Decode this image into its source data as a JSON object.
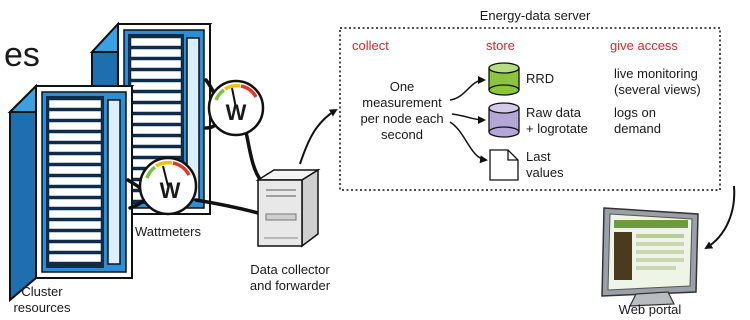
{
  "partial_title": "es",
  "server": {
    "title": "Energy-data server",
    "headers": {
      "collect": "collect",
      "store": "store",
      "access": "give access"
    },
    "collect_text": [
      "One",
      "measurement",
      "per node each",
      "second"
    ],
    "store_items": [
      {
        "lines": [
          "RRD"
        ],
        "icon": "green-cylinder-icon"
      },
      {
        "lines": [
          "Raw data",
          "+ logrotate"
        ],
        "icon": "purple-cylinder-icon"
      },
      {
        "lines": [
          "Last",
          "values"
        ],
        "icon": "document-icon"
      }
    ],
    "access_items": [
      {
        "lines": [
          "live monitoring",
          "(several views)"
        ]
      },
      {
        "lines": [
          "logs on",
          "demand"
        ]
      }
    ]
  },
  "labels": {
    "cluster": [
      "Cluster",
      "resources"
    ],
    "wattmeters": "Wattmeters",
    "collector": [
      "Data collector",
      "and forwarder"
    ],
    "portal": "Web portal",
    "wattmeter_symbol": "W"
  },
  "colors": {
    "rack_blue": "#2a8fd6",
    "header_red": "#d9262b",
    "rrd_green": "#8bc540",
    "raw_purple": "#b4a6d6"
  }
}
